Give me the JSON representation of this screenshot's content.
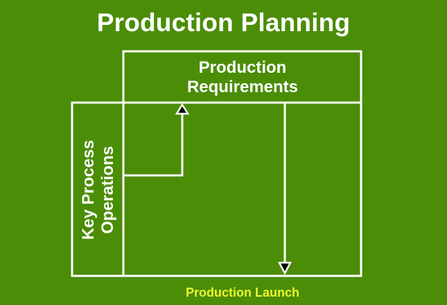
{
  "title": "Production Planning",
  "requirements_label_line1": "Production",
  "requirements_label_line2": "Requirements",
  "operations_label_line1": "Key Process",
  "operations_label_line2": "Operations",
  "launch_label": "Production Launch",
  "colors": {
    "background": "#4b8d07",
    "lines": "#ffffff",
    "launch_text": "#e9f531"
  }
}
